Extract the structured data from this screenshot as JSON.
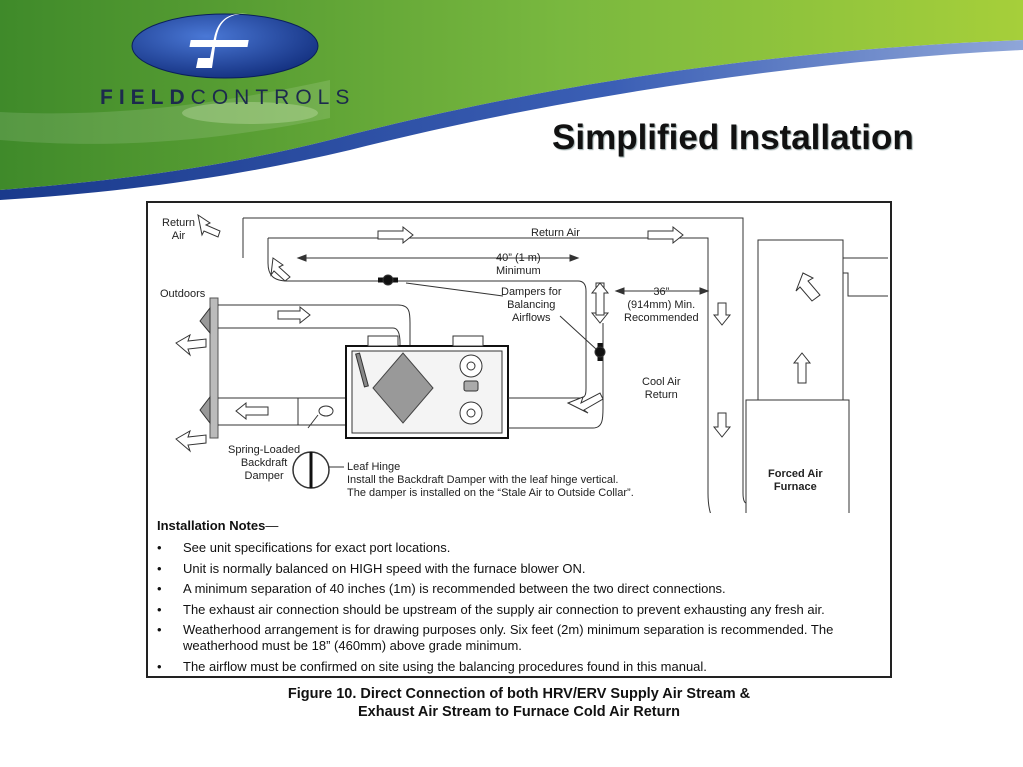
{
  "header": {
    "brand_bold": "FIELD",
    "brand_light": "CONTROLS",
    "logo_letter": "f",
    "title": "Simplified Installation",
    "colors": {
      "green": "#6fb43a",
      "blue": "#1f3c8a",
      "text": "#1c2a4d"
    }
  },
  "figure": {
    "labels": {
      "return_air_left": "Return\nAir",
      "return_air_top": "Return Air",
      "outdoors": "Outdoors",
      "dim_40": "40” (1 m)\nMinimum",
      "dampers": "Dampers for\nBalancing\nAirflows",
      "dim_36": "36”\n(914mm) Min.\nRecommended",
      "cool_air_return": "Cool Air\nReturn",
      "forced_air_furnace": "Forced Air\nFurnace",
      "spring_loaded": "Spring-Loaded\nBackdraft\nDamper",
      "leaf_hinge": "Leaf Hinge",
      "leaf_note": "Install the Backdraft Damper with the leaf hinge vertical.\nThe damper is installed on the “Stale Air to Outside Collar”."
    },
    "notes_title": "Installation Notes",
    "notes_dash": "—",
    "notes": [
      "See unit specifications for exact port locations.",
      "Unit is normally balanced on HIGH speed with the furnace blower ON.",
      "A minimum separation of 40 inches (1m) is recommended between the two direct connections.",
      "The exhaust air connection should be upstream of the supply air connection to prevent exhausting any fresh air.",
      "Weatherhood arrangement is for drawing purposes only. Six feet (2m) minimum separation is recommended. The weatherhood must be 18” (460mm) above grade minimum.",
      "The airflow must be confirmed on site using the balancing procedures found in this manual."
    ]
  },
  "caption": {
    "line1": "Figure 10. Direct Connection of both HRV/ERV Supply Air Stream &",
    "line2": "Exhaust Air Stream to Furnace Cold Air Return"
  }
}
